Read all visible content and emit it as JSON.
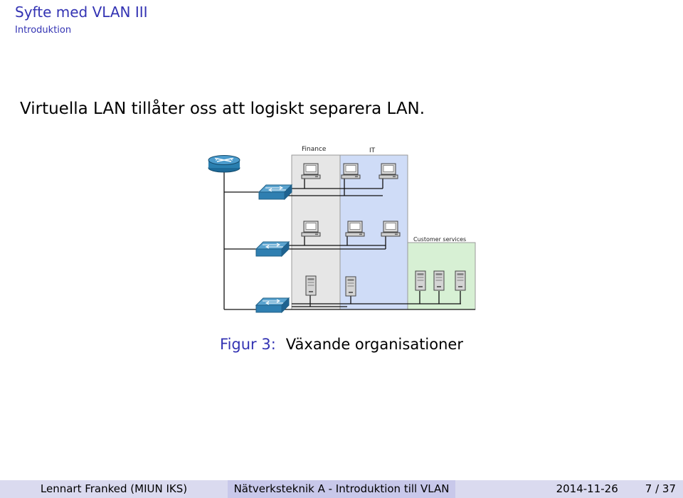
{
  "header": {
    "title": "Syfte med VLAN III",
    "subtitle": "Introduktion"
  },
  "body": {
    "text": "Virtuella LAN tillåter oss att logiskt separera LAN."
  },
  "figure": {
    "zones": {
      "finance": "Finance",
      "it": "IT",
      "customer_services": "Customer services"
    },
    "colors": {
      "finance_bg": "#e6e6e6",
      "it_bg": "#cfdcf7",
      "customer_bg": "#d7f0d4",
      "router": "#2a7fb0",
      "switch": "#3a86b4"
    },
    "caption_label": "Figur 3:",
    "caption_text": "Växande organisationer"
  },
  "footer": {
    "author": "Lennart Franked (MIUN IKS)",
    "course": "Nätverksteknik A - Introduktion till VLAN",
    "date": "2014-11-26",
    "page": "7 / 37"
  }
}
